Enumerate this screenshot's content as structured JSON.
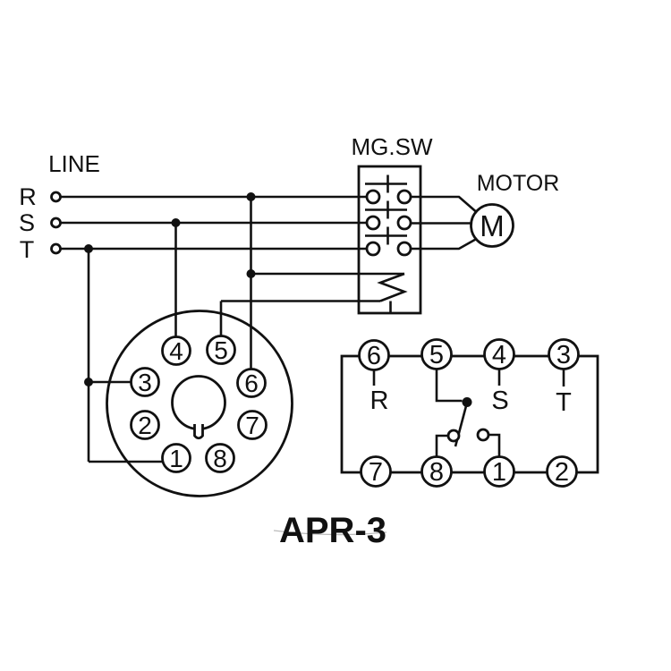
{
  "diagram_title": "APR-3",
  "colors": {
    "ink": "#111111",
    "background": "#ffffff"
  },
  "line_section": {
    "label": "LINE",
    "phases": [
      "R",
      "S",
      "T"
    ]
  },
  "mg_sw": {
    "label": "MG.SW"
  },
  "motor": {
    "label": "MOTOR",
    "symbol": "M"
  },
  "socket": {
    "pins": [
      "1",
      "2",
      "3",
      "4",
      "5",
      "6",
      "7",
      "8"
    ]
  },
  "relay": {
    "top_pins": [
      "6",
      "5",
      "4",
      "3"
    ],
    "bottom_pins": [
      "7",
      "8",
      "1",
      "2"
    ],
    "phase_labels": {
      "r": "R",
      "s": "S",
      "t": "T"
    }
  }
}
